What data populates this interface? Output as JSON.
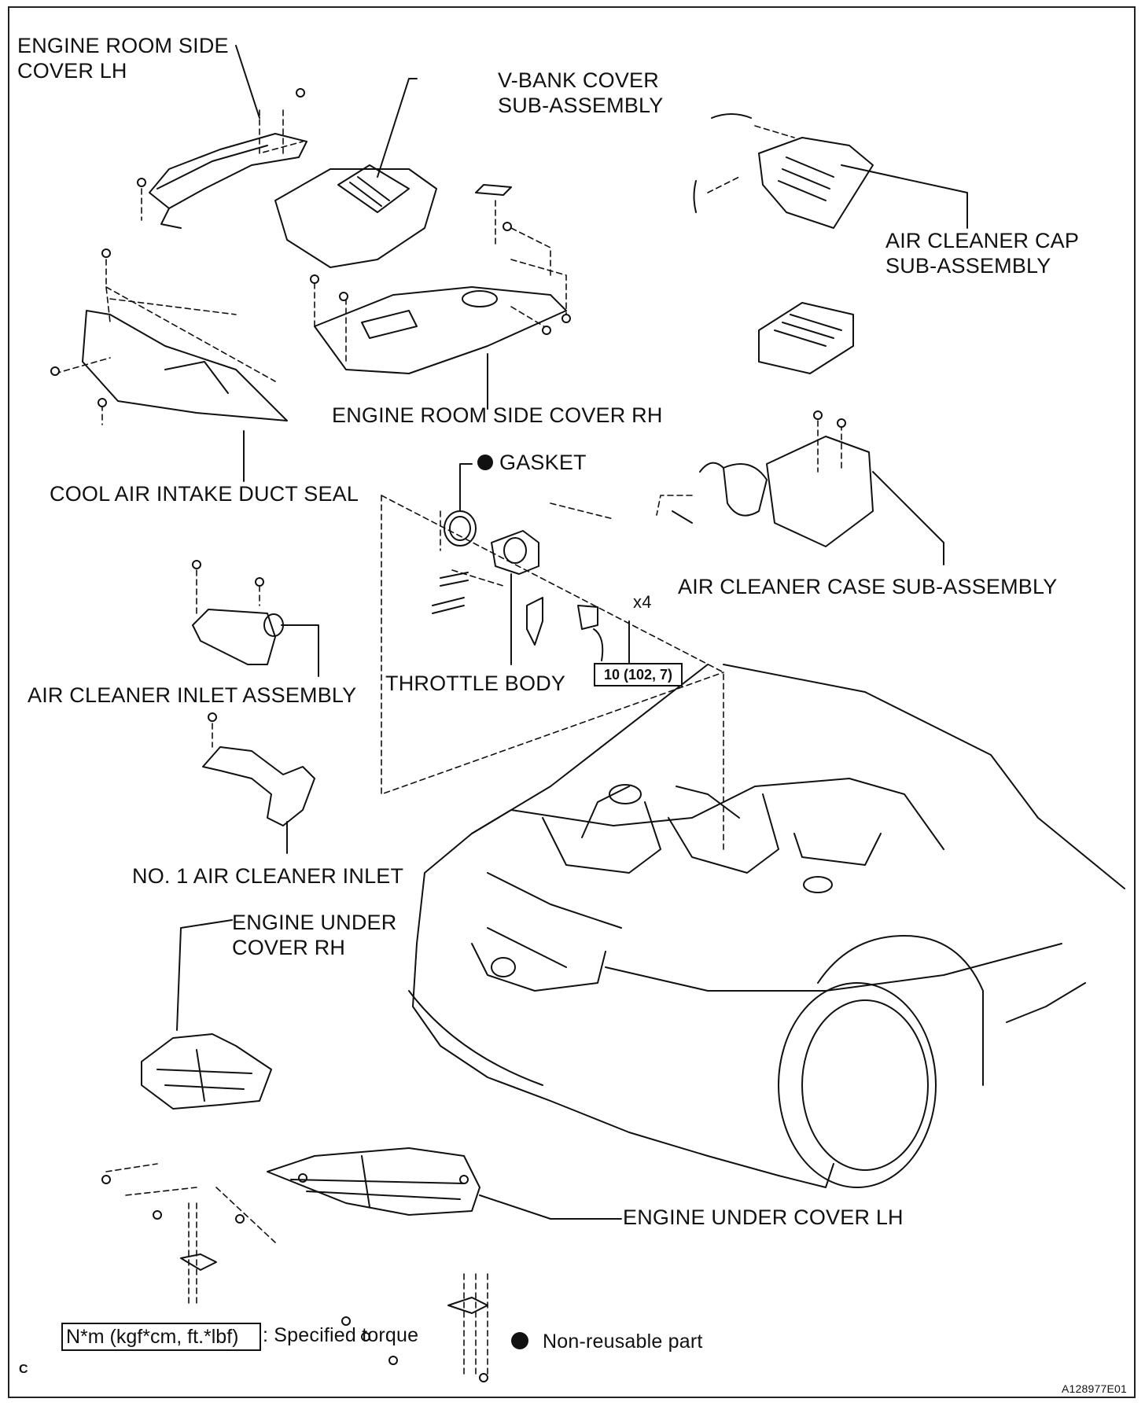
{
  "labels": {
    "engine_room_side_cover_lh": "ENGINE ROOM SIDE\nCOVER LH",
    "v_bank_cover": "V-BANK COVER\nSUB-ASSEMBLY",
    "air_cleaner_cap": "AIR CLEANER CAP\nSUB-ASSEMBLY",
    "engine_room_side_cover_rh": "ENGINE ROOM SIDE COVER RH",
    "cool_air_intake_duct_seal": "COOL AIR INTAKE DUCT SEAL",
    "gasket": "GASKET",
    "air_cleaner_case": "AIR CLEANER CASE SUB-ASSEMBLY",
    "x4": "x4",
    "torque_value": "10 (102, 7)",
    "air_cleaner_inlet_assembly": "AIR CLEANER INLET ASSEMBLY",
    "throttle_body": "THROTTLE BODY",
    "no1_air_cleaner_inlet": "NO. 1 AIR CLEANER INLET",
    "engine_under_cover_rh": "ENGINE UNDER\nCOVER RH",
    "engine_under_cover_lh": "ENGINE UNDER COVER LH"
  },
  "legend": {
    "torque_unit_box": "N*m (kgf*cm, ft.*lbf)",
    "torque_desc": ": Specified torque",
    "non_reusable": "Non-reusable part"
  },
  "corner_letter": "C",
  "figure_id": "A128977E01",
  "colors": {
    "line": "#111111",
    "background": "#ffffff"
  }
}
